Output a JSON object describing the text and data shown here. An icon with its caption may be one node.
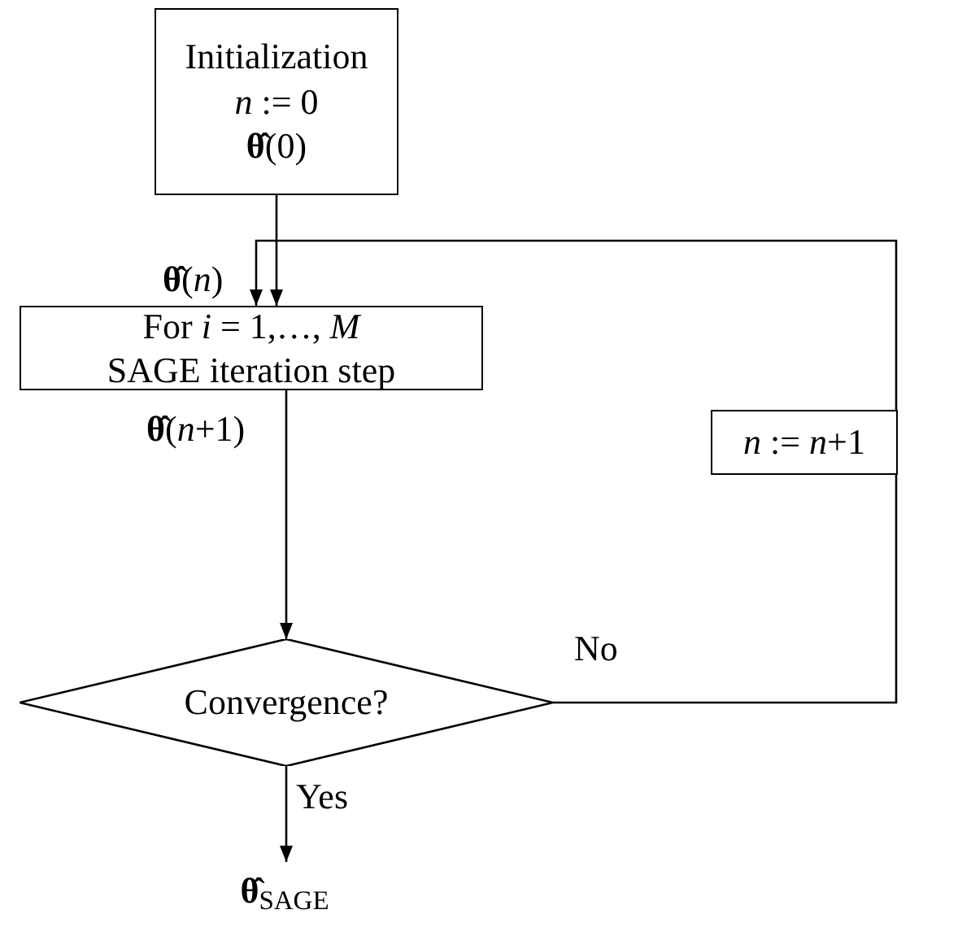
{
  "diagram": {
    "nodes": [
      {
        "text": [
          "Initialization",
          "*n* := 0",
          "**θ̂**(0)"
        ]
      },
      {
        "text": [
          "For *i* = 1,…, *M*",
          "SAGE iteration step"
        ]
      },
      {
        "text": [
          "Convergence?"
        ]
      },
      {
        "text": [
          "*n* := *n*+1"
        ]
      },
      {
        "text": [
          "**θ̂**$_{SAGE}$"
        ]
      }
    ],
    "edges": [
      {
        "from": 0,
        "to": 1,
        "arrow": "to",
        "label": "**θ̂**(*n*)"
      },
      {
        "from": 1,
        "to": 2,
        "arrow": "to",
        "label": "**θ̂**(*n*+1)"
      },
      {
        "from": 2,
        "to": 3,
        "arrow": "none",
        "label": "No"
      },
      {
        "from": 3,
        "to": 1,
        "arrow": "to"
      },
      {
        "from": 2,
        "to": 4,
        "arrow": "to",
        "label": "Yes"
      }
    ]
  }
}
